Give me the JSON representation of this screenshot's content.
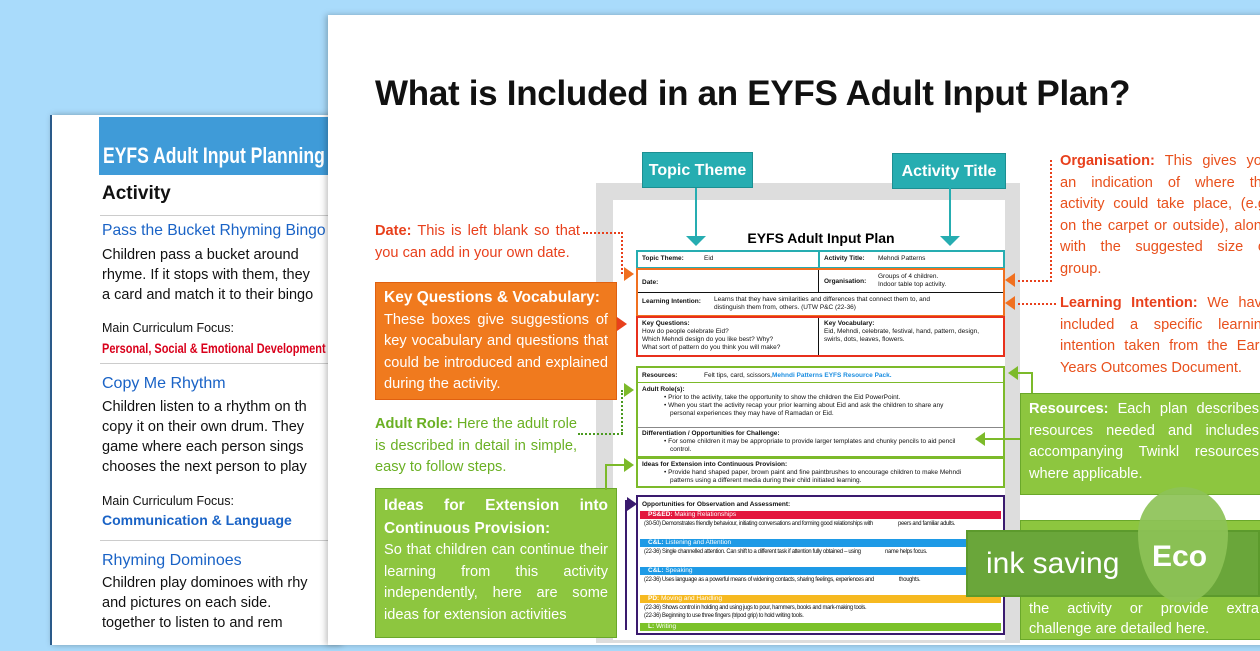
{
  "left_page": {
    "header": "EYFS Adult Input Planning",
    "section_heading": "Activity",
    "activities": [
      {
        "title": "Pass the Bucket Rhyming Bingo",
        "lines": [
          "Children pass a bucket around",
          "rhyme. If it stops with them, they",
          "a card and match it to their bingo"
        ],
        "focus_label": "Main Curriculum Focus:",
        "focus": "Personal, Social & Emotional Development",
        "focus_color": "#d9001b"
      },
      {
        "title": "Copy Me Rhythm",
        "lines": [
          "Children listen to a rhythm on th",
          "copy it on their own drum. They",
          "game where each person sings",
          "chooses the next person to play"
        ],
        "focus_label": "Main Curriculum Focus:",
        "focus": "Communication & Language",
        "focus_color": "#1a63c6"
      },
      {
        "title": "Rhyming Dominoes",
        "lines": [
          "Children play dominoes with rhy",
          "and pictures on each side.",
          "together to listen to and rem"
        ]
      }
    ]
  },
  "main": {
    "title": "What is Included in an EYFS Adult Input Plan?",
    "tags": {
      "topic_theme": "Topic Theme",
      "activity_title": "Activity Title"
    },
    "plan": {
      "title": "EYFS Adult Input Plan",
      "topic_theme_label": "Topic Theme:",
      "topic_theme": "Eid",
      "activity_title_label": "Activity Title:",
      "activity_title": "Mehndi Patterns",
      "date_label": "Date:",
      "organisation_label": "Organisation:",
      "organisation": [
        "Groups of 4 children.",
        "Indoor table top activity."
      ],
      "learning_intention_label": "Learning Intention:",
      "learning_intention": [
        "Learns that they have similarities and differences that connect them to, and",
        "distinguish them from, others. (UTW P&C (22-36)"
      ],
      "key_questions_label": "Key Questions:",
      "key_questions": [
        "How do people celebrate Eid?",
        "Which Mehndi design do you like best? Why?",
        "What sort of pattern do you think you will make?"
      ],
      "key_vocabulary_label": "Key Vocabulary:",
      "key_vocabulary": [
        "Eid, Mehndi, celebrate, festival, hand, pattern, design,",
        "swirls, dots, leaves, flowers."
      ],
      "resources_label": "Resources:",
      "resources": "Felt tips, card, scissors,",
      "resources_link": "Mehndi Patterns EYFS Resource Pack.",
      "adult_role_label": "Adult Role(s):",
      "adult_role": [
        "Prior to the activity, take the opportunity to show the children the Eid PowerPoint.",
        "When you start the activity recap your prior learning about Eid and ask the children to share any",
        "personal experiences they may have of Ramadan or Eid."
      ],
      "differentiation_label": "Differentiation / Opportunities for Challenge:",
      "differentiation": [
        "For some children it may be appropriate to provide larger templates and chunky pencils to aid pencil",
        "control."
      ],
      "ideas_label": "Ideas for Extension into Continuous Provision:",
      "ideas": [
        "Provide hand shaped paper, brown paint and fine paintbrushes to encourage children to make Mehndi",
        "patterns using a different media during their child initiated learning."
      ],
      "observation_label": "Opportunities for Observation and Assessment:",
      "observation": [
        {
          "area": "PS&ED:",
          "aspect": "Making Relationships",
          "color": "#e3173e",
          "text": [
            "(30-50) Demonstrates friendly behaviour, initiating conversations and forming good relationships with",
            "peers and familiar adults."
          ]
        },
        {
          "area": "C&L:",
          "aspect": "Listening and Attention",
          "color": "#1e9ae6",
          "text": [
            "(22-36) Single channelled attention. Can shift to a different task if attention fully obtained – using",
            "name helps focus."
          ]
        },
        {
          "area": "C&L:",
          "aspect": "Speaking",
          "color": "#1e9ae6",
          "text": [
            "(22-36) Uses language as a powerful means of widening contacts, sharing feelings, experiences and",
            "thoughts."
          ]
        },
        {
          "area": "PD:",
          "aspect": "Moving and Handling",
          "color": "#f6b920",
          "text": [
            "(22-36) Shows control in holding and using jugs to pour, hammers, books and mark-making tools.",
            "(22-36) Beginning to use three fingers (tripod grip) to hold writing tools."
          ]
        },
        {
          "area": "L:",
          "aspect": "Writing",
          "color": "#7cc22a",
          "text": []
        }
      ]
    },
    "annotations": {
      "date": {
        "heading": "Date:",
        "text": "This is left blank so that you can add in your own date."
      },
      "key_questions": {
        "heading": "Key Questions & Vocabulary:",
        "text": "These boxes give suggestions of key vocabulary and questions that could be introduced and explained during the activity."
      },
      "adult_role": {
        "heading": "Adult Role:",
        "text": "Here the adult role is described in detail in simple, easy to follow steps."
      },
      "ideas": {
        "heading": "Ideas for Extension into Continuous Provision:",
        "text": "So that children can continue their learning from this activity independently, here are some ideas for extension activities"
      },
      "organisation": {
        "heading": "Organisation:",
        "text": "This gives you an indication of where the activity could take place, (e.g. on the carpet or outside), along with the suggested size of group."
      },
      "learning_intention": {
        "heading": "Learning Intention:",
        "text": "We have included a specific learning intention taken from the Early Years Outcomes Document."
      },
      "resources": {
        "heading": "Resources:",
        "text": "Each plan describes resources needed and includes accompanying Twinkl resources where applicable."
      },
      "differentiation": {
        "text": "the activity or provide extra challenge are detailed here."
      }
    },
    "badge": {
      "ink_saving": "ink saving",
      "eco": "Eco"
    }
  },
  "colors": {
    "background": "#a9dbfb",
    "teal": "#26adb1",
    "orange": "#f07a1e",
    "red": "#e8401c",
    "green": "#8dc63f",
    "purple": "#3a1a6e",
    "blue_header": "#3f9bd8"
  }
}
